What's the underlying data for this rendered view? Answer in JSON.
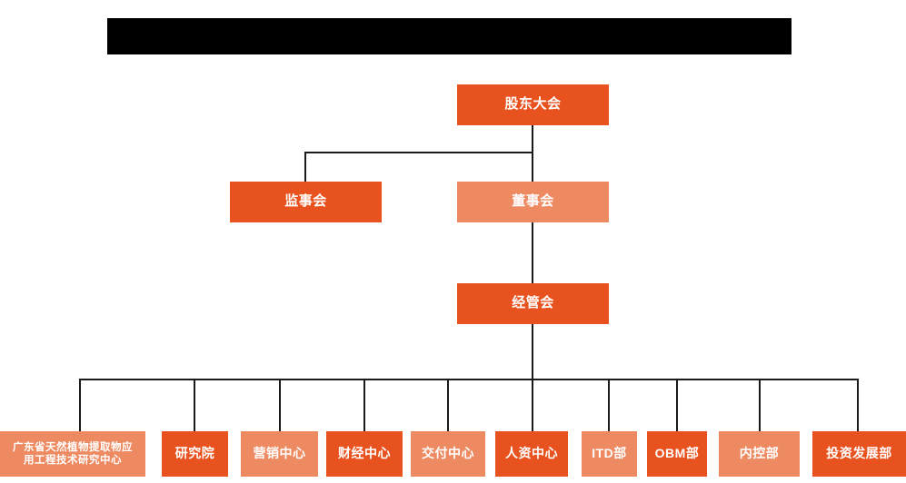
{
  "diagram": {
    "title_bar": {
      "name": "redacted-title-bar",
      "text": "",
      "color": "#000000"
    },
    "colors": {
      "dark_orange": "#E8521E",
      "light_orange": "#EE8A61",
      "line": "#1a1a1a",
      "text": "#ffffff",
      "background": "#ffffff"
    },
    "nodes": {
      "shareholders": {
        "label": "股东大会",
        "shade": "dark"
      },
      "supervisors": {
        "label": "监事会",
        "shade": "dark"
      },
      "directors": {
        "label": "董事会",
        "shade": "light"
      },
      "management": {
        "label": "经管会",
        "shade": "dark"
      }
    },
    "departments": [
      {
        "label": "广东省天然植物提取物应\n用工程技术研究中心",
        "shade": "light"
      },
      {
        "label": "研究院",
        "shade": "dark"
      },
      {
        "label": "营销中心",
        "shade": "light"
      },
      {
        "label": "财经中心",
        "shade": "dark"
      },
      {
        "label": "交付中心",
        "shade": "light"
      },
      {
        "label": "人资中心",
        "shade": "dark"
      },
      {
        "label": "ITD部",
        "shade": "light"
      },
      {
        "label": "OBM部",
        "shade": "dark"
      },
      {
        "label": "内控部",
        "shade": "light"
      },
      {
        "label": "投资发展部",
        "shade": "dark"
      }
    ]
  }
}
